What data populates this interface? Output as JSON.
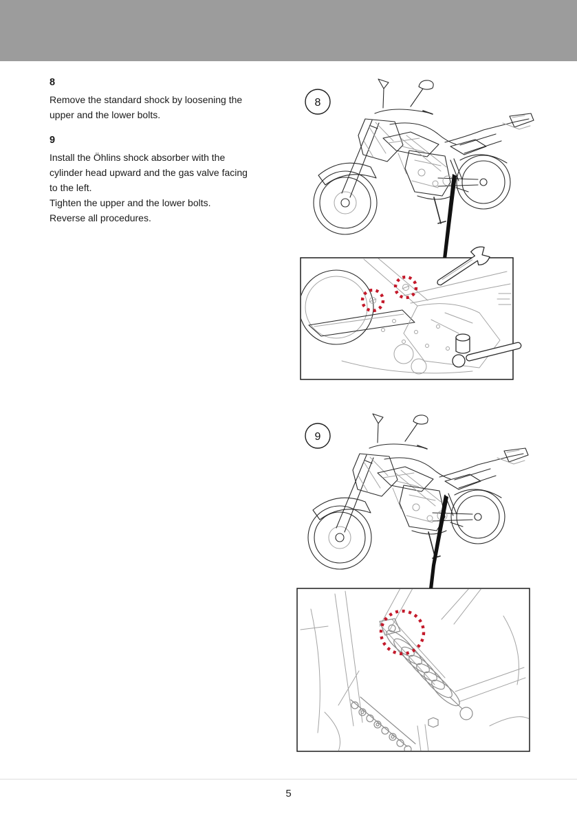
{
  "header": {
    "bar_color": "#9c9c9c"
  },
  "steps": [
    {
      "number": "8",
      "lines": [
        "Remove the standard shock by loosening the",
        "upper and the lower bolts."
      ]
    },
    {
      "number": "9",
      "lines": [
        "Install the Öhlins shock absorber with the",
        "cylinder head upward and the gas valve facing",
        "to the left.",
        "Tighten the upper and the lower bolts.",
        "Reverse all procedures."
      ]
    }
  ],
  "figures": [
    {
      "callout": "8",
      "art": "motorcycle-line-art",
      "detail": "swingarm-and-frame-closeup",
      "highlights": "upper-and-lower-shock-bolts",
      "tools": [
        "open-end-wrench",
        "socket-ratchet"
      ]
    },
    {
      "callout": "9",
      "art": "motorcycle-line-art",
      "detail": "shock-absorber-closeup",
      "highlights": "shock-cylinder-head"
    }
  ],
  "footer": {
    "page_number": "5"
  },
  "colors": {
    "highlight_red": "#c41a2b",
    "line_dark": "#2a2a2a",
    "line_light": "#a3a3a3",
    "header_gray": "#9c9c9c",
    "footer_rule": "#dddddd"
  }
}
